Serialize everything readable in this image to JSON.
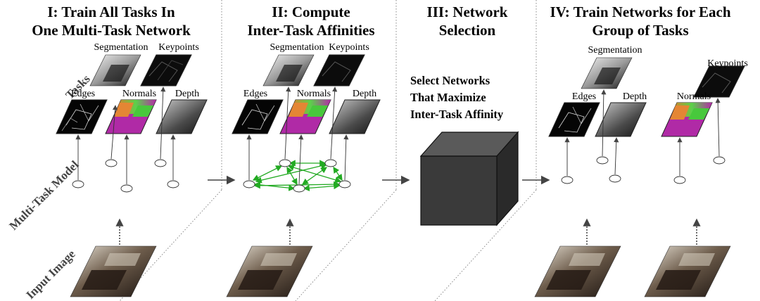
{
  "stages": [
    {
      "title_line1": "I: Train All Tasks In",
      "title_line2": "One Multi-Task Network"
    },
    {
      "title_line1": "II: Compute",
      "title_line2": "Inter-Task Affinities"
    },
    {
      "title_line1": "III: Network",
      "title_line2": "Selection"
    },
    {
      "title_line1": "IV: Train Networks for Each",
      "title_line2": "Group of Tasks"
    }
  ],
  "side_labels": {
    "tasks": "Tasks",
    "model": "Multi-Task Model",
    "input": "Input Image"
  },
  "tasks": {
    "segmentation": "Segmentation",
    "keypoints": "Keypoints",
    "edges": "Edges",
    "normals": "Normals",
    "depth": "Depth"
  },
  "selection_text": {
    "line1": "Select Networks",
    "line2": "That Maximize",
    "line3": "Inter-Task Affinity"
  },
  "colors": {
    "affinity_arrows": "#22aa22",
    "cube_front": "#3a3a3a",
    "cube_top": "#5a5a5a",
    "cube_side": "#2a2a2a"
  }
}
